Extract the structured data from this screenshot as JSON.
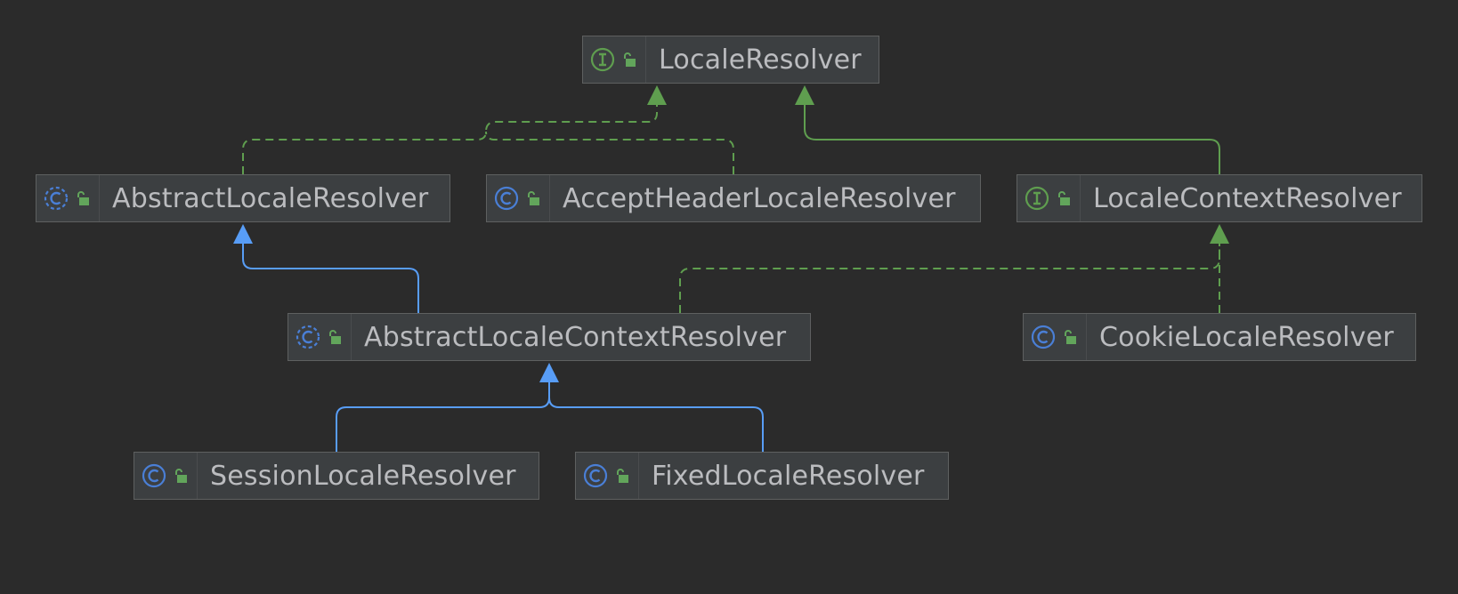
{
  "colors": {
    "background": "#2b2b2b",
    "node_fill": "#3c3f41",
    "node_border": "#5e6060",
    "label_text": "#bbbcbf",
    "implements_edge": "#5f9e4f",
    "extends_edge": "#589df6",
    "interface_icon": "#5f9e4f",
    "class_icon": "#4a7fd6",
    "visibility_icon": "#62a55b"
  },
  "diagram": {
    "nodes": [
      {
        "id": "LocaleResolver",
        "label": "LocaleResolver",
        "kind": "interface",
        "kind_icon": "interface-icon",
        "visibility_icon": "public-unlock-icon"
      },
      {
        "id": "AbstractLocaleResolver",
        "label": "AbstractLocaleResolver",
        "kind": "abstract-class",
        "kind_icon": "abstract-class-icon",
        "visibility_icon": "public-unlock-icon"
      },
      {
        "id": "AcceptHeaderLocaleResolver",
        "label": "AcceptHeaderLocaleResolver",
        "kind": "class",
        "kind_icon": "class-icon",
        "visibility_icon": "public-unlock-icon"
      },
      {
        "id": "LocaleContextResolver",
        "label": "LocaleContextResolver",
        "kind": "interface",
        "kind_icon": "interface-icon",
        "visibility_icon": "public-unlock-icon"
      },
      {
        "id": "AbstractLocaleContextResolver",
        "label": "AbstractLocaleContextResolver",
        "kind": "abstract-class",
        "kind_icon": "abstract-class-icon",
        "visibility_icon": "public-unlock-icon"
      },
      {
        "id": "CookieLocaleResolver",
        "label": "CookieLocaleResolver",
        "kind": "class",
        "kind_icon": "class-icon",
        "visibility_icon": "public-unlock-icon"
      },
      {
        "id": "SessionLocaleResolver",
        "label": "SessionLocaleResolver",
        "kind": "class",
        "kind_icon": "class-icon",
        "visibility_icon": "public-unlock-icon"
      },
      {
        "id": "FixedLocaleResolver",
        "label": "FixedLocaleResolver",
        "kind": "class",
        "kind_icon": "class-icon",
        "visibility_icon": "public-unlock-icon"
      }
    ],
    "edges": [
      {
        "from": "AbstractLocaleResolver",
        "to": "LocaleResolver",
        "type": "implements"
      },
      {
        "from": "AcceptHeaderLocaleResolver",
        "to": "LocaleResolver",
        "type": "implements"
      },
      {
        "from": "LocaleContextResolver",
        "to": "LocaleResolver",
        "type": "extends-interface"
      },
      {
        "from": "AbstractLocaleContextResolver",
        "to": "AbstractLocaleResolver",
        "type": "extends"
      },
      {
        "from": "AbstractLocaleContextResolver",
        "to": "LocaleContextResolver",
        "type": "implements"
      },
      {
        "from": "CookieLocaleResolver",
        "to": "LocaleContextResolver",
        "type": "implements"
      },
      {
        "from": "SessionLocaleResolver",
        "to": "AbstractLocaleContextResolver",
        "type": "extends"
      },
      {
        "from": "FixedLocaleResolver",
        "to": "AbstractLocaleContextResolver",
        "type": "extends"
      }
    ]
  }
}
